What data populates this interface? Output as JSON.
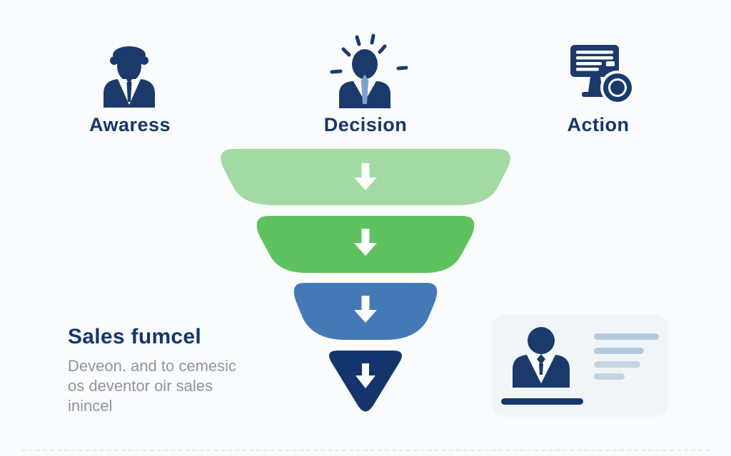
{
  "stages": [
    {
      "label": "Awaress",
      "icon": "businessman-icon"
    },
    {
      "label": "Decision",
      "icon": "idea-person-icon"
    },
    {
      "label": "Action",
      "icon": "monitor-search-icon"
    }
  ],
  "funnel": {
    "segments": [
      {
        "stage": 1,
        "color": "#a3daa3"
      },
      {
        "stage": 2,
        "color": "#5fc261"
      },
      {
        "stage": 3,
        "color": "#4579b6"
      },
      {
        "stage": 4,
        "color": "#14356b"
      }
    ],
    "arrow_color": "#ffffff"
  },
  "caption": {
    "title": "Sales fumcel",
    "lines": [
      "Deveon. and to cemesic",
      "os deventor oir sales",
      "inincel"
    ]
  },
  "card": {
    "icon": "businessman-card-icon",
    "line_count": 4
  },
  "colors": {
    "background": "#fbfcfd",
    "icon_navy": "#1b3a6b",
    "label_navy": "#16356b",
    "subtitle_gray": "#8f949c",
    "tie_blue": "#7fa0cb",
    "card_bg": "#f2f5f8",
    "card_line": "#b3c9dd",
    "card_line_light": "#c4d3e0",
    "card_bar": "#14356b"
  }
}
